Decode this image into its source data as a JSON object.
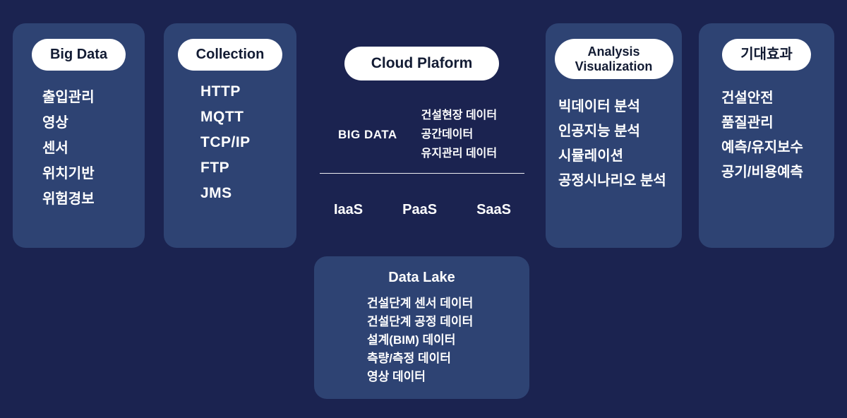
{
  "colors": {
    "background": "#1b2350",
    "card": "#2e4373",
    "pill_bg": "#ffffff",
    "pill_text": "#121b33",
    "text": "#ffffff"
  },
  "cards": {
    "big_data": {
      "title": "Big Data",
      "items": [
        "출입관리",
        "영상",
        "센서",
        "위치기반",
        "위험경보"
      ]
    },
    "collection": {
      "title": "Collection",
      "items": [
        "HTTP",
        "MQTT",
        "TCP/IP",
        "FTP",
        "JMS"
      ]
    },
    "analysis": {
      "title": "Analysis Visualization",
      "items": [
        "빅데이터 분석",
        "인공지능 분석",
        "시뮬레이션",
        "공정시나리오 분석"
      ]
    },
    "effects": {
      "title": "기대효과",
      "items": [
        "건설안전",
        "품질관리",
        "예측/유지보수",
        "공기/비용예측"
      ]
    }
  },
  "cloud": {
    "title": "Cloud Plaform",
    "big_data_label": "BIG DATA",
    "data_items": [
      "건설현장 데이터",
      "공간데이터",
      "유지관리 데이터"
    ],
    "services": [
      "IaaS",
      "PaaS",
      "SaaS"
    ]
  },
  "data_lake": {
    "title": "Data Lake",
    "items": [
      "건설단계 센서 데이터",
      "건설단계 공정 데이터",
      "설계(BIM) 데이터",
      "측량/측정 데이터",
      "영상 데이터"
    ]
  }
}
